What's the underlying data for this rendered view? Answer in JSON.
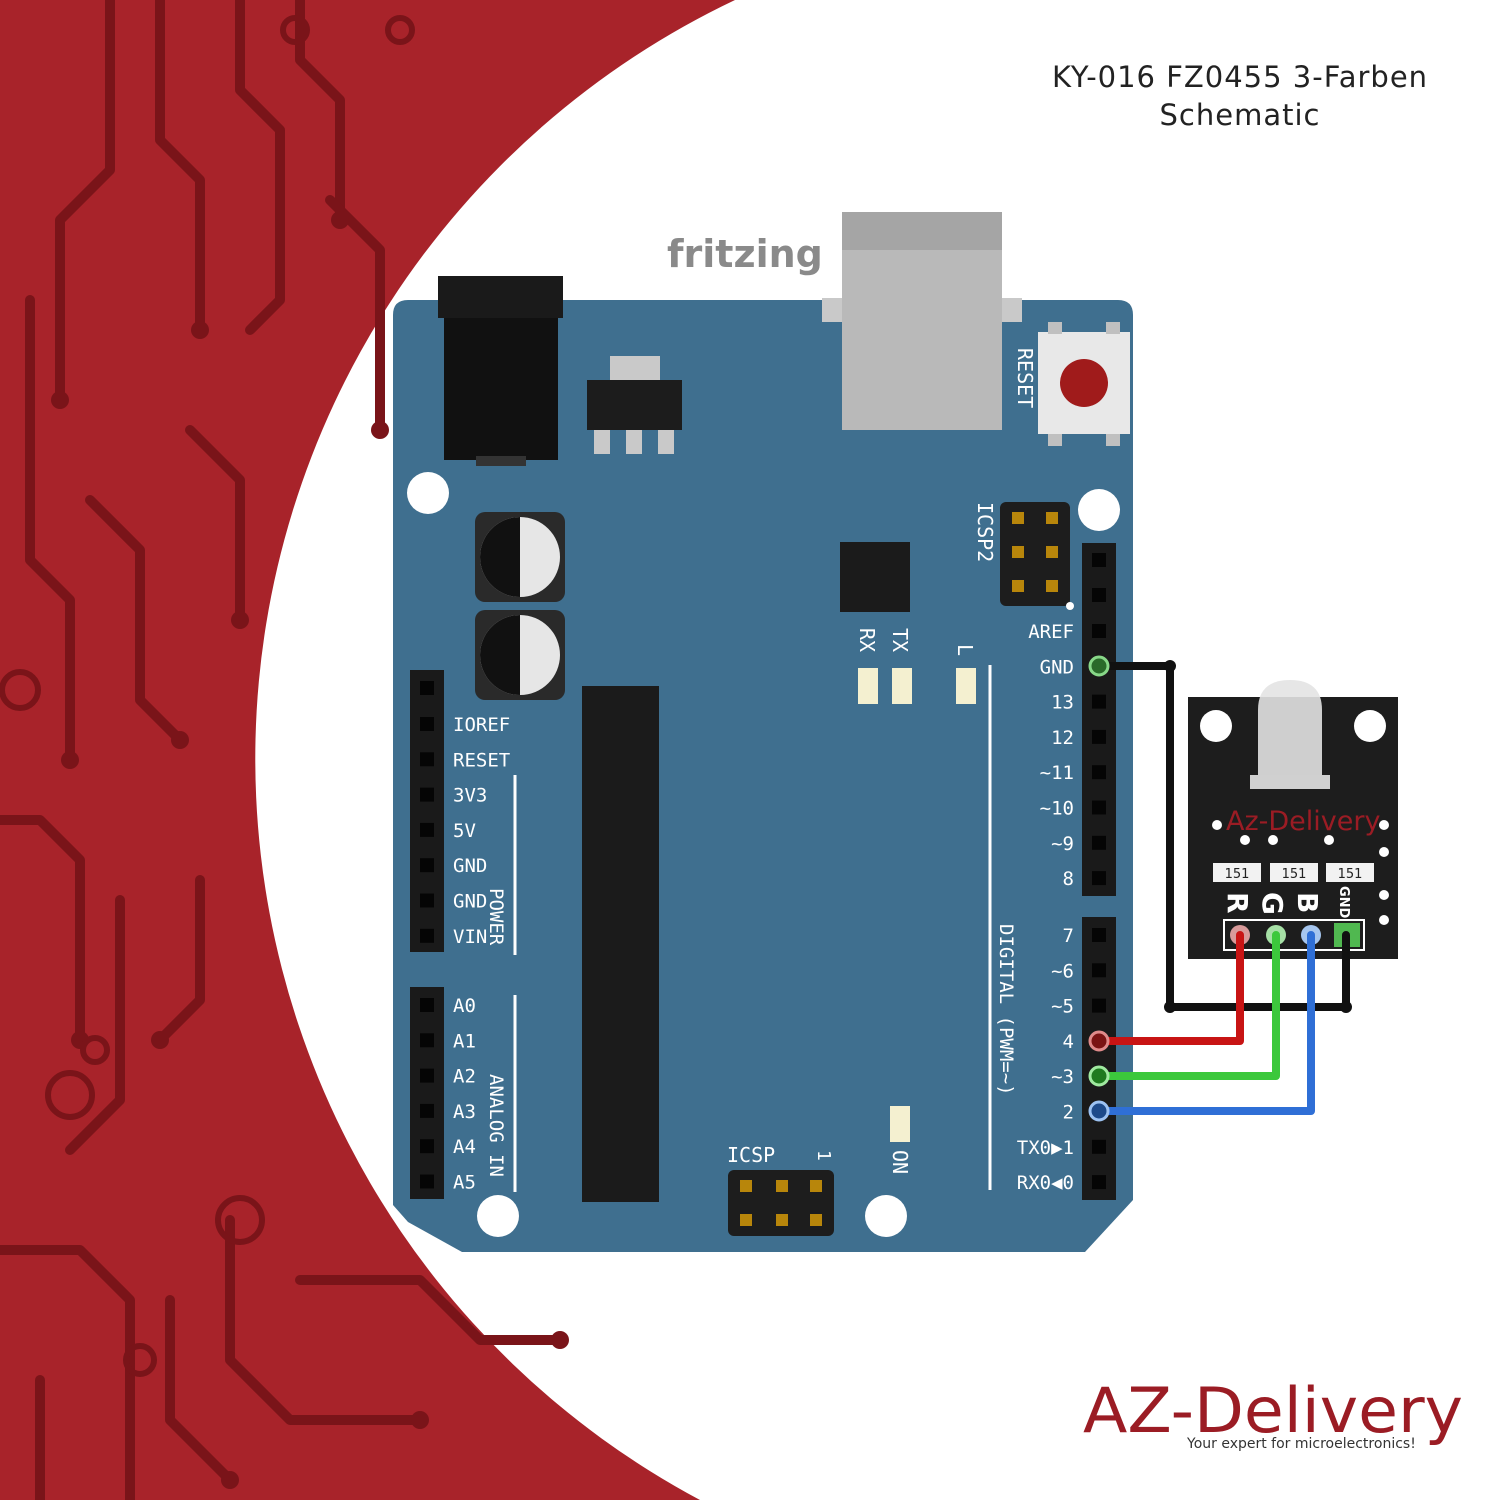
{
  "header": {
    "title_line1": "KY-016 FZ0455 3-Farben",
    "title_line2": "Schematic"
  },
  "board": {
    "watermark": "fritzing",
    "reset_label": "RESET",
    "icsp2_label": "ICSP2",
    "icsp_label": "ICSP",
    "icsp_pin1_marker": "1",
    "rx_label": "RX",
    "tx_label": "TX",
    "l_label": "L",
    "on_label": "ON",
    "digital_label": "DIGITAL (PWM=~)",
    "power_label": "POWER",
    "analog_label": "ANALOG IN",
    "power_pins": [
      "IOREF",
      "RESET",
      "3V3",
      "5V",
      "GND",
      "GND",
      "VIN"
    ],
    "analog_pins": [
      "A0",
      "A1",
      "A2",
      "A3",
      "A4",
      "A5"
    ],
    "digital_upper_pins": [
      "AREF",
      "GND",
      "13",
      "12",
      "~11",
      "~10",
      "~9",
      "8"
    ],
    "digital_lower_pins": [
      "7",
      "~6",
      "~5",
      "4",
      "~3",
      "2",
      "TX0▶1",
      "RX0◀0"
    ]
  },
  "module": {
    "brand": "Az-Delivery",
    "resistor_values": [
      "151",
      "151",
      "151"
    ],
    "pin_labels": [
      "R",
      "G",
      "B",
      "GND"
    ]
  },
  "wires": [
    {
      "from": "GND",
      "to": "GND",
      "color": "#111111"
    },
    {
      "from": "4",
      "to": "R",
      "color": "#c81414"
    },
    {
      "from": "~3",
      "to": "G",
      "color": "#3cc83c"
    },
    {
      "from": "2",
      "to": "B",
      "color": "#2f6fd6"
    }
  ],
  "colors": {
    "background_red": "#a8232a",
    "board_blue": "#3f6f8f",
    "brand_red": "#9b1c24"
  },
  "logo": {
    "name": "AZ-Delivery",
    "tagline": "Your expert for microelectronics!"
  }
}
